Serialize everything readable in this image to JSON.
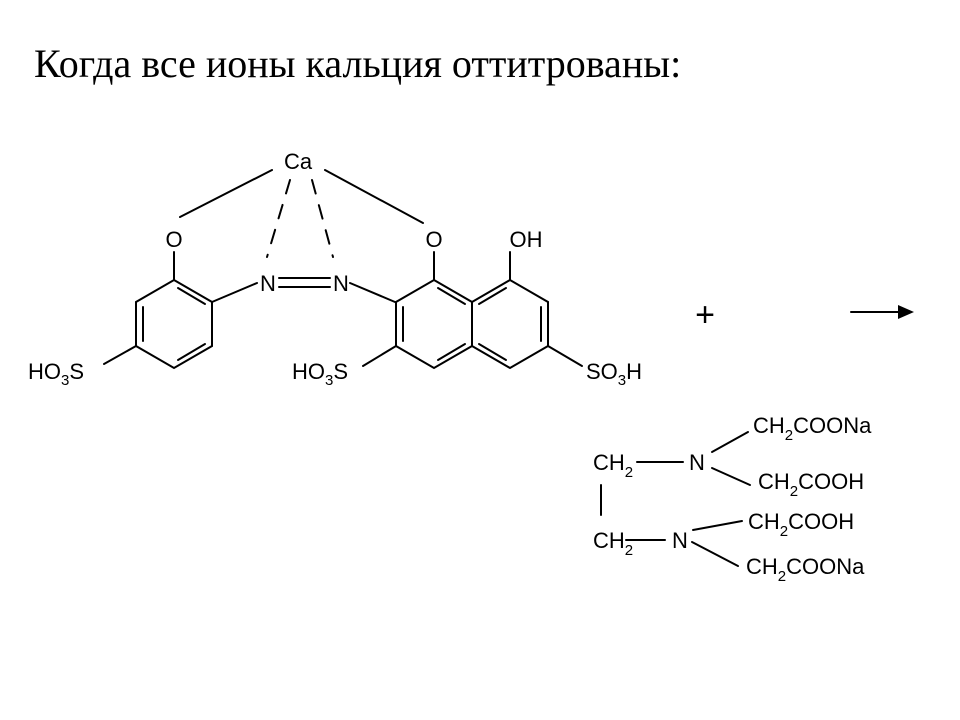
{
  "slide": {
    "title": "Когда все ионы кальция оттитрованы:"
  },
  "complex": {
    "metal": "Ca",
    "o_left": "O",
    "o_right": "O",
    "oh": "OH",
    "n_left": "N",
    "n_right": "N",
    "ho3s_left": {
      "pre": "HO",
      "sub": "3",
      "post": "S"
    },
    "ho3s_middle": {
      "pre": "HO",
      "sub": "3",
      "post": "S"
    },
    "so3h_right": {
      "pre": "SO",
      "sub": "3",
      "post": "H"
    }
  },
  "reaction": {
    "plus": "+"
  },
  "edta": {
    "ch2_top": {
      "pre": "CH",
      "sub": "2"
    },
    "ch2_bottom": {
      "pre": "CH",
      "sub": "2"
    },
    "n_top": "N",
    "n_bottom": "N",
    "g1": {
      "pre": "CH",
      "sub": "2",
      "post": "COONa"
    },
    "g2": {
      "pre": "CH",
      "sub": "2",
      "post": "COOH"
    },
    "g3": {
      "pre": "CH",
      "sub": "2",
      "post": "COOH"
    },
    "g4": {
      "pre": "CH",
      "sub": "2",
      "post": "COONa"
    }
  },
  "colors": {
    "ink": "#000000",
    "background": "#ffffff"
  }
}
